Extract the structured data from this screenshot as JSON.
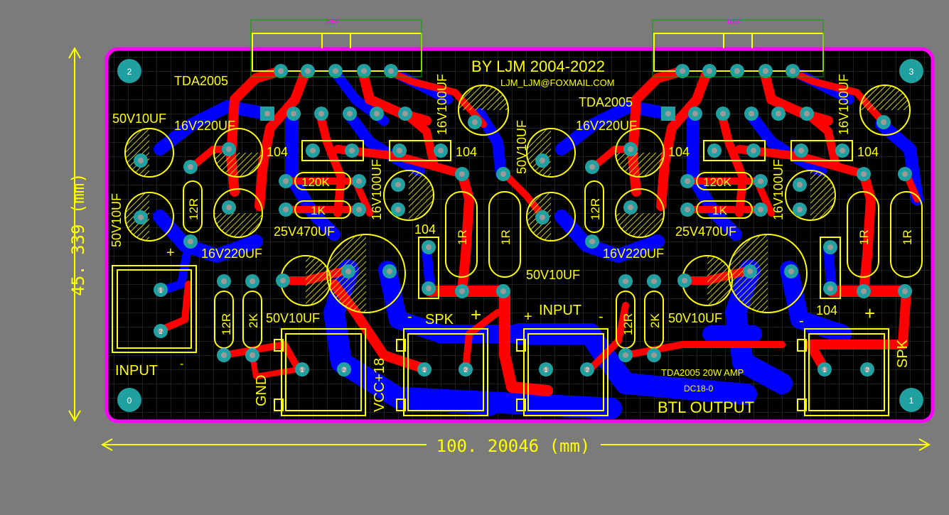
{
  "board": {
    "colors": {
      "background": "#7b7b7b",
      "board_fill": "#000000",
      "outline": "#ff00ff",
      "grid": "#3c3c3c",
      "top_copper": "#ff0000",
      "bottom_copper": "#0000ff",
      "silkscreen": "#ffff00",
      "pad": "#20a0a0",
      "mounting_hole": "#20a0a0"
    },
    "dimension_width": "100. 20046 (mm)",
    "dimension_height": "45. 339 (mm)",
    "mounting_holes": [
      "0",
      "1",
      "2",
      "3"
    ],
    "ref_labels": [
      "REF",
      "REF"
    ]
  },
  "silkscreen": {
    "author": "BY LJM 2004-2022",
    "email": "LJM_LJM@FOXMAIL.COM",
    "title_line1": "TDA2005  20W AMP",
    "title_line2": "DC18-0",
    "btl_output": "BTL OUTPUT",
    "input_left": "INPUT",
    "input_center": "INPUT",
    "gnd": "GND",
    "vcc": "VCC+18",
    "spk_center": "SPK",
    "spk_right": "SPK",
    "plus": "+",
    "minus": "-",
    "tda_left": "TDA2005",
    "tda_right": "TDA2005",
    "c_50v10uf": "50V10UF",
    "c_16v220uf": "16V220UF",
    "c_16v100uf": "16V100UF",
    "c_25v470uf": "25V470UF",
    "c_104": "104",
    "r_120k": "120K",
    "r_1k": "1K",
    "r_12r": "12R",
    "r_2k": "2K",
    "r_1r": "1R",
    "pad_1": "1",
    "pad_2": "2"
  }
}
